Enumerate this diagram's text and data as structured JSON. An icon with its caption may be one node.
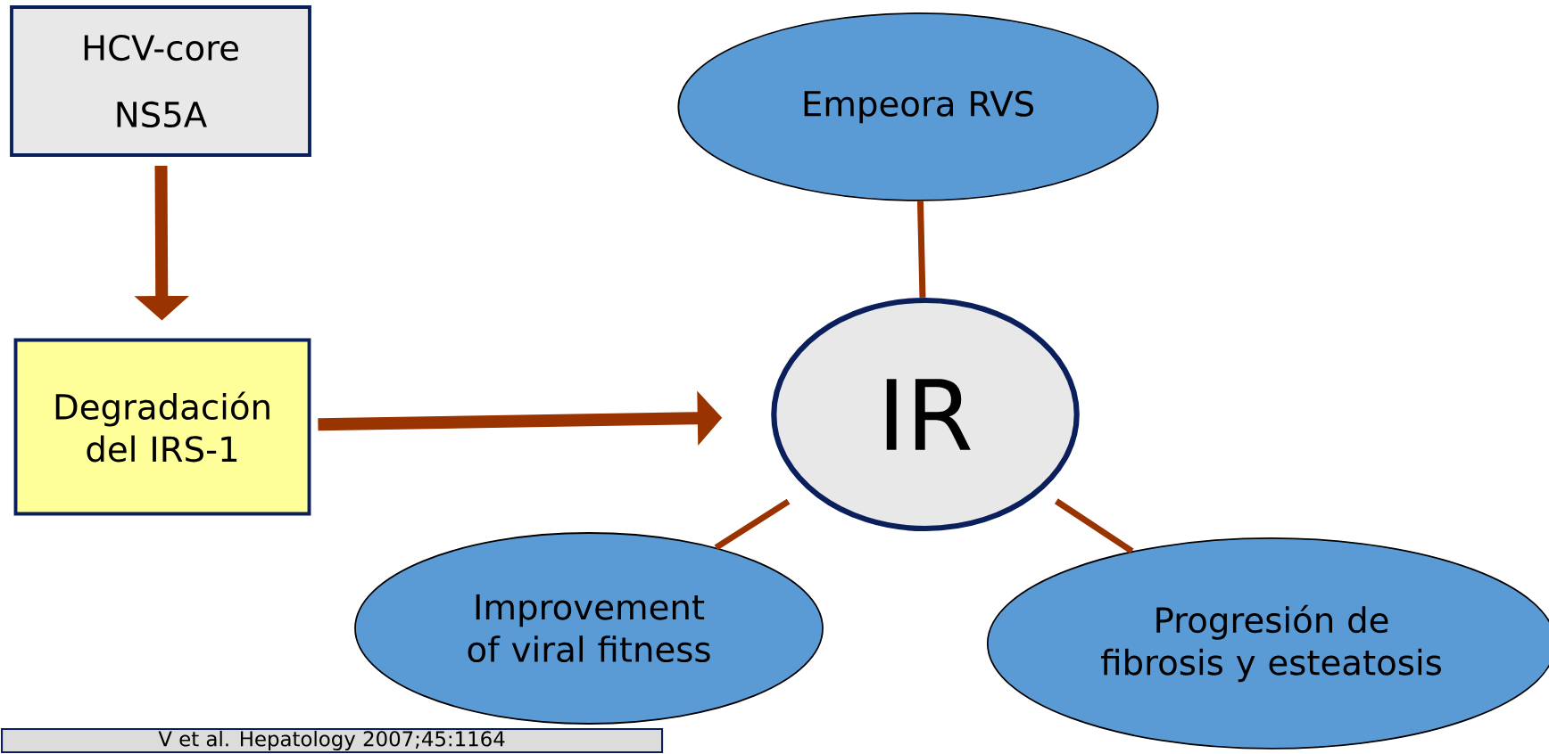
{
  "diagram": {
    "caption": "V et al. Hepatology 2007;45:1164",
    "nodes": [
      {
        "text": [
          "HCV-core",
          "NS5A"
        ]
      },
      {
        "text": [
          "Degradación del IRS-1"
        ]
      },
      {
        "text": [
          "IR"
        ]
      },
      {
        "text": [
          "Empeora RVS"
        ]
      },
      {
        "text": [
          "Improvement of viral fitness"
        ]
      },
      {
        "text": [
          "Progresión de fibrosis y esteatosis"
        ]
      }
    ],
    "edges": [
      {
        "from": 0,
        "to": 1,
        "arrow": "to",
        "style": "thick"
      },
      {
        "from": 1,
        "to": 2,
        "arrow": "to",
        "style": "thick"
      },
      {
        "from": 2,
        "to": 3,
        "arrow": "none"
      },
      {
        "from": 2,
        "to": 4,
        "arrow": "none"
      },
      {
        "from": 2,
        "to": 5,
        "arrow": "none"
      }
    ]
  }
}
